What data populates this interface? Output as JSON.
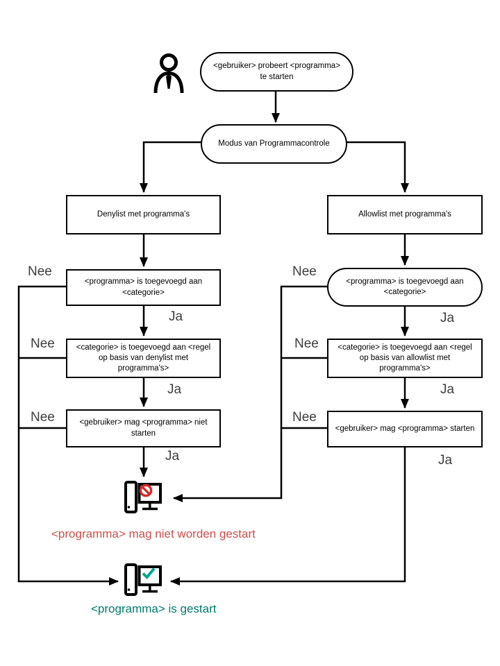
{
  "nodes": {
    "start": "<gebruiker> probeert <programma> te starten",
    "mode": "Modus van Programmacontrole",
    "denylist": "Denylist met programma's",
    "allowlist": "Allowlist met programma's",
    "deny_check_program": "<programma> is toegevoegd aan <categorie>",
    "allow_check_program": "<programma> is toegevoegd aan <categorie>",
    "deny_check_category": "<categorie> is toegevoegd aan <regel op basis van denylist met programma's>",
    "allow_check_category": "<categorie> is toegevoegd aan <regel op basis van allowlist met programma's>",
    "deny_result": "<gebruiker> mag <programma> niet starten",
    "allow_result": "<gebruiker> mag <programma> starten"
  },
  "labels": {
    "no": "Nee",
    "yes": "Ja"
  },
  "outcomes": {
    "blocked": "<programma> mag niet worden gestart",
    "started": "<programma> is gestart"
  },
  "icons": {
    "user": "user-icon",
    "blocked": "computer-blocked-icon",
    "started": "computer-started-icon"
  },
  "colors": {
    "blocked_text": "#c9504a",
    "started_text": "#00796b",
    "prohibition_sign": "#d32b2b",
    "checkmark": "#00a88e",
    "line": "#000000"
  }
}
